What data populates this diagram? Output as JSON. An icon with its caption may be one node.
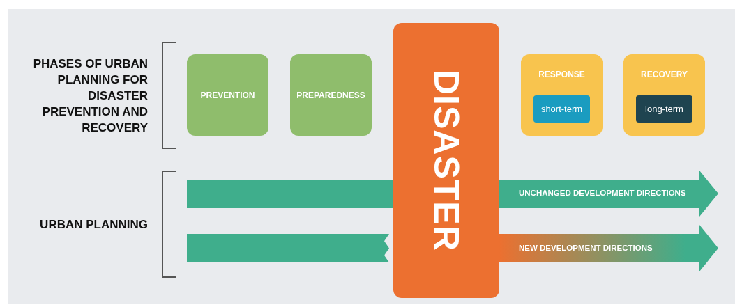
{
  "diagram": {
    "nodes": [
      {
        "text": [
          "PREVENTION"
        ]
      },
      {
        "text": [
          "PREPAREDNESS"
        ]
      },
      {
        "text": [
          "DISASTER"
        ]
      },
      {
        "text": [
          "RESPONSE"
        ]
      },
      {
        "text": [
          "short-term"
        ],
        "in": 3
      },
      {
        "text": [
          "RECOVERY"
        ]
      },
      {
        "text": [
          "long-term"
        ],
        "in": 5
      },
      {
        "text": [],
        "shape": "bar"
      },
      {
        "text": [
          "UNCHANGED DEVELOPMENT DIRECTIONS"
        ]
      },
      {
        "text": [],
        "shape": "bar"
      },
      {
        "text": [
          "NEW DEVELOPMENT DIRECTIONS"
        ]
      }
    ],
    "labels": [
      "PHASES OF URBAN PLANNING FOR DISASTER PREVENTION AND RECOVERY",
      "URBAN PLANNING"
    ]
  }
}
